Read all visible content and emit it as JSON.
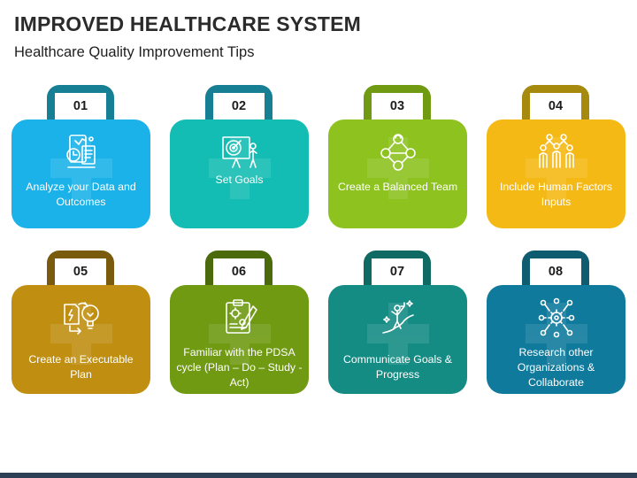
{
  "header": {
    "title": "IMPROVED HEALTHCARE SYSTEM",
    "subtitle": "Healthcare Quality Improvement Tips"
  },
  "cards": [
    {
      "number": "01",
      "label": "Analyze your Data and Outcomes",
      "color": "#1ab2e8",
      "handle_color": "#177f93",
      "icon": "data-analysis-icon"
    },
    {
      "number": "02",
      "label": "Set Goals",
      "color": "#14bdb3",
      "handle_color": "#177f93",
      "icon": "target-presentation-icon"
    },
    {
      "number": "03",
      "label": "Create a Balanced Team",
      "color": "#8dc21f",
      "handle_color": "#6f9a12",
      "icon": "team-network-icon"
    },
    {
      "number": "04",
      "label": "Include Human Factors Inputs",
      "color": "#f5b915",
      "handle_color": "#a58a0e",
      "icon": "people-group-icon"
    },
    {
      "number": "05",
      "label": "Create an Executable Plan",
      "color": "#c08f11",
      "handle_color": "#7a5a0c",
      "icon": "plan-idea-icon"
    },
    {
      "number": "06",
      "label": "Familiar with the PDSA cycle (Plan – Do – Study - Act)",
      "color": "#6f9a12",
      "handle_color": "#4a6a0c",
      "icon": "clipboard-gears-icon"
    },
    {
      "number": "07",
      "label": "Communicate Goals & Progress",
      "color": "#148c84",
      "handle_color": "#0f6a63",
      "icon": "growth-figure-icon"
    },
    {
      "number": "08",
      "label": "Research other Organizations & Collaborate",
      "color": "#0f7a9c",
      "handle_color": "#0e5c70",
      "icon": "network-gear-icon"
    }
  ]
}
